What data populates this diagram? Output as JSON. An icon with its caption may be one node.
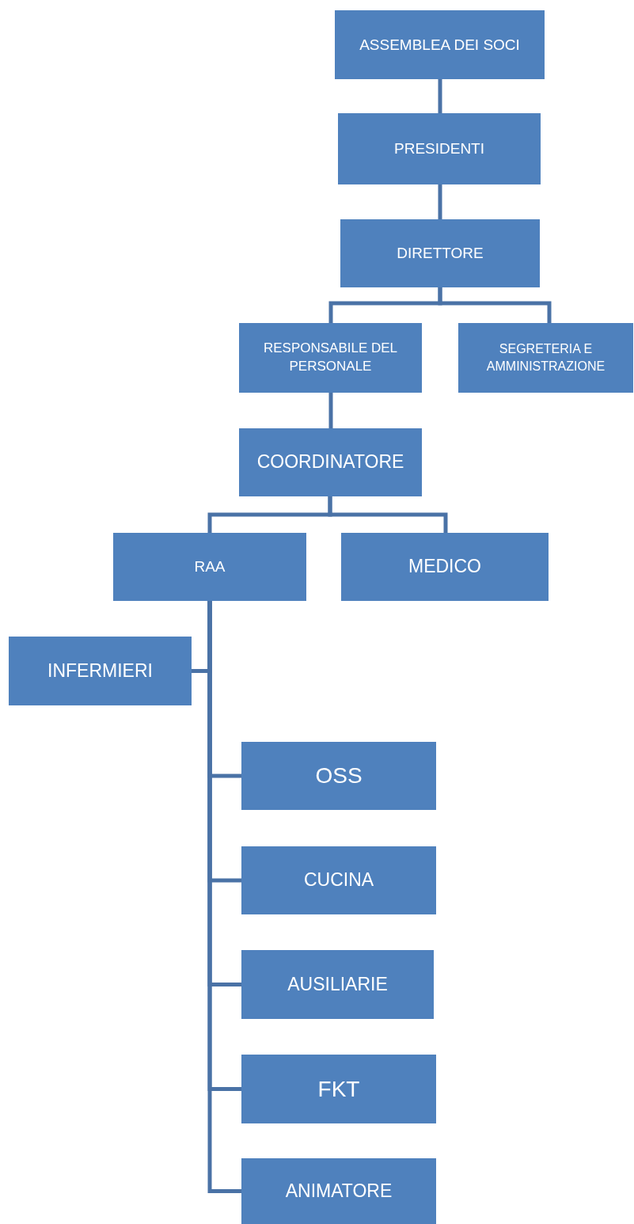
{
  "diagram": {
    "nodes": [
      {
        "text": [
          "ASSEMBLEA DEI SOCI"
        ]
      },
      {
        "text": [
          "PRESIDENTI"
        ]
      },
      {
        "text": [
          "DIRETTORE"
        ]
      },
      {
        "text": [
          "RESPONSABILE DEL PERSONALE"
        ]
      },
      {
        "text": [
          "SEGRETERIA E AMMINISTRAZIONE"
        ]
      },
      {
        "text": [
          "COORDINATORE"
        ]
      },
      {
        "text": [
          "RAA"
        ]
      },
      {
        "text": [
          "MEDICO"
        ]
      },
      {
        "text": [
          "INFERMIERI"
        ]
      },
      {
        "text": [
          "OSS"
        ]
      },
      {
        "text": [
          "CUCINA"
        ]
      },
      {
        "text": [
          "AUSILIARIE"
        ]
      },
      {
        "text": [
          "FKT"
        ]
      },
      {
        "text": [
          "ANIMATORE"
        ]
      }
    ],
    "edges": [
      {
        "from": 0,
        "to": 1,
        "arrow": "none"
      },
      {
        "from": 1,
        "to": 2,
        "arrow": "none"
      },
      {
        "from": 2,
        "to": 3,
        "arrow": "none"
      },
      {
        "from": 2,
        "to": 4,
        "arrow": "none"
      },
      {
        "from": 3,
        "to": 5,
        "arrow": "none"
      },
      {
        "from": 5,
        "to": 6,
        "arrow": "none"
      },
      {
        "from": 5,
        "to": 7,
        "arrow": "none"
      },
      {
        "from": 6,
        "to": 8,
        "arrow": "none"
      },
      {
        "from": 6,
        "to": 9,
        "arrow": "none"
      },
      {
        "from": 6,
        "to": 10,
        "arrow": "none"
      },
      {
        "from": 6,
        "to": 11,
        "arrow": "none"
      },
      {
        "from": 6,
        "to": 12,
        "arrow": "none"
      },
      {
        "from": 6,
        "to": 13,
        "arrow": "none"
      }
    ]
  }
}
